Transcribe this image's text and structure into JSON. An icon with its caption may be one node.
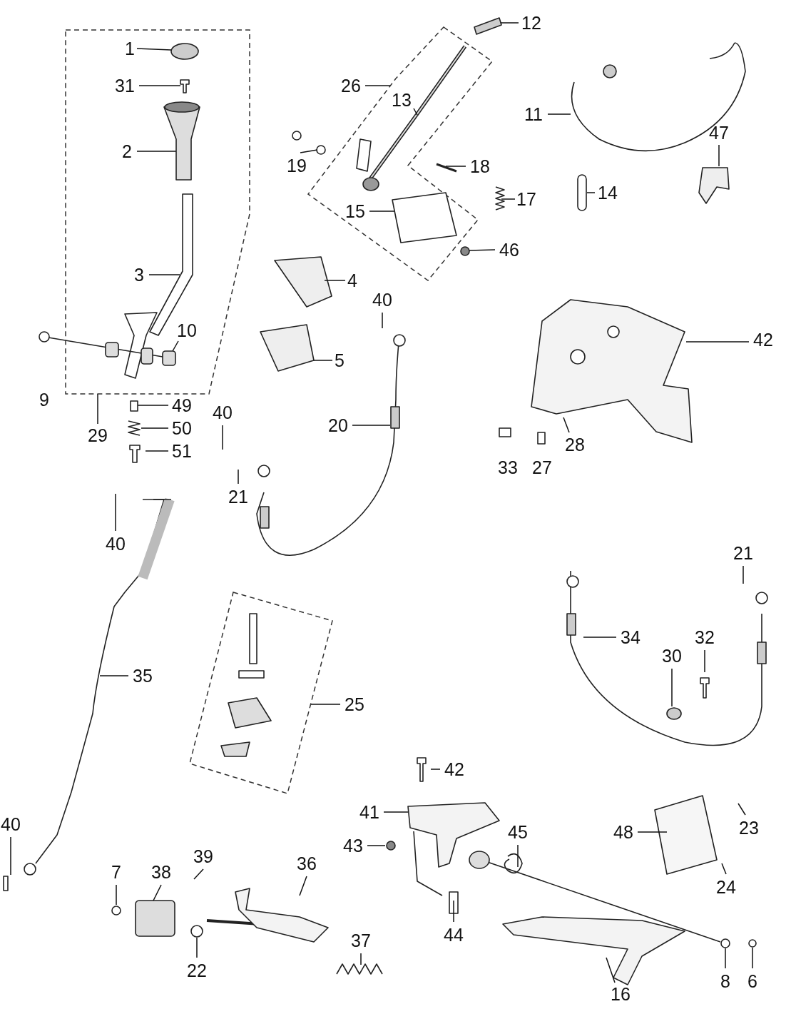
{
  "diagram": {
    "nodes": [
      {
        "text": [],
        "shape": "box"
      },
      {
        "text": [
          "1"
        ],
        "in": 0
      },
      {
        "text": [
          "31"
        ],
        "in": 0
      },
      {
        "text": [
          "2"
        ],
        "in": 0
      },
      {
        "text": [
          "3"
        ],
        "in": 0
      },
      {
        "text": [
          "10"
        ],
        "in": 0
      },
      {
        "text": [],
        "shape": "circle",
        "in": 0
      },
      {
        "text": [],
        "shape": "picture",
        "in": 0
      },
      {
        "text": [],
        "shape": "picture",
        "in": 0
      },
      {
        "text": [],
        "shape": "picture",
        "in": 0
      },
      {
        "text": [],
        "shape": "box",
        "in": 0
      },
      {
        "text": [
          "29"
        ]
      },
      {
        "text": [
          "49"
        ]
      },
      {
        "text": [
          "50"
        ]
      },
      {
        "text": [
          "51"
        ]
      },
      {
        "text": [],
        "shape": "picture"
      },
      {
        "text": [],
        "shape": "box"
      },
      {
        "text": [
          "12"
        ]
      },
      {
        "text": [
          "26"
        ]
      },
      {
        "text": [
          "13"
        ],
        "in": 16
      },
      {
        "text": [
          "19"
        ]
      },
      {
        "text": [
          "18"
        ]
      },
      {
        "text": [
          "15"
        ],
        "in": 16
      },
      {
        "text": [
          "17"
        ]
      },
      {
        "text": [
          "46"
        ]
      },
      {
        "text": [],
        "shape": "picture",
        "in": 16
      },
      {
        "text": [],
        "shape": "picture",
        "in": 16
      },
      {
        "text": [],
        "shape": "circle"
      },
      {
        "text": [
          "11"
        ]
      },
      {
        "text": [
          "14"
        ]
      },
      {
        "text": [
          "47"
        ]
      },
      {
        "text": [
          "4"
        ]
      },
      {
        "text": [
          "5"
        ]
      },
      {
        "text": [
          "40"
        ]
      },
      {
        "text": [
          "42"
        ]
      },
      {
        "text": [
          "20"
        ]
      },
      {
        "text": [
          "40"
        ]
      },
      {
        "text": [
          "21"
        ]
      },
      {
        "text": [
          "28"
        ]
      },
      {
        "text": [
          "40"
        ]
      },
      {
        "text": [
          "35"
        ]
      },
      {
        "text": [
          "34"
        ]
      },
      {
        "text": [
          "21"
        ]
      },
      {
        "text": [
          "32"
        ]
      },
      {
        "text": [
          "30"
        ]
      },
      {
        "text": [],
        "shape": "box"
      },
      {
        "text": [
          "25"
        ]
      },
      {
        "text": [
          "42"
        ]
      },
      {
        "text": [
          "41"
        ]
      },
      {
        "text": [
          "45"
        ]
      },
      {
        "text": [
          "48"
        ]
      },
      {
        "text": [
          "23"
        ]
      },
      {
        "text": [
          "43"
        ]
      },
      {
        "text": [
          "24"
        ]
      },
      {
        "text": [
          "40"
        ]
      },
      {
        "text": [
          "7"
        ]
      },
      {
        "text": [
          "38"
        ]
      },
      {
        "text": [
          "39"
        ]
      },
      {
        "text": [
          "36"
        ]
      },
      {
        "text": [
          "44"
        ]
      },
      {
        "text": [
          "37"
        ]
      },
      {
        "text": [
          "22"
        ]
      },
      {
        "text": [
          "16"
        ]
      },
      {
        "text": [
          "8"
        ]
      },
      {
        "text": [
          "6"
        ]
      }
    ],
    "edges": [
      {
        "from": 1,
        "to": 6,
        "arrow": "none"
      },
      {
        "from": 2,
        "to": 7,
        "arrow": "none"
      },
      {
        "from": 3,
        "to": 8,
        "arrow": "none"
      },
      {
        "from": 4,
        "to": 9,
        "arrow": "none"
      },
      {
        "from": 5,
        "to": 10,
        "arrow": "none"
      },
      {
        "from": 11,
        "to": 0,
        "arrow": "none"
      },
      {
        "from": 12,
        "to": 15,
        "arrow": "none"
      },
      {
        "from": 13,
        "to": null,
        "arrow": "none"
      },
      {
        "from": 14,
        "to": null,
        "arrow": "none"
      },
      {
        "from": 17,
        "to": null,
        "arrow": "none"
      },
      {
        "from": 18,
        "to": 16,
        "arrow": "none"
      },
      {
        "from": 19,
        "to": 25,
        "arrow": "none"
      },
      {
        "from": 20,
        "to": null,
        "arrow": "none"
      },
      {
        "from": 21,
        "to": null,
        "arrow": "none"
      },
      {
        "from": 22,
        "to": 26,
        "arrow": "none"
      },
      {
        "from": 23,
        "to": null,
        "arrow": "none"
      },
      {
        "from": 24,
        "to": 27,
        "arrow": "none"
      },
      {
        "from": 28,
        "to": null,
        "arrow": "none"
      },
      {
        "from": 29,
        "to": null,
        "arrow": "none"
      },
      {
        "from": 30,
        "to": null,
        "arrow": "none"
      },
      {
        "from": 31,
        "to": null,
        "arrow": "none"
      },
      {
        "from": 32,
        "to": null,
        "arrow": "none"
      },
      {
        "from": 33,
        "to": null,
        "arrow": "none"
      },
      {
        "from": 34,
        "to": null,
        "arrow": "none"
      },
      {
        "from": 35,
        "to": null,
        "arrow": "none"
      },
      {
        "from": 36,
        "to": null,
        "arrow": "none"
      },
      {
        "from": 37,
        "to": null,
        "arrow": "none"
      },
      {
        "from": 38,
        "to": null,
        "arrow": "none"
      },
      {
        "from": 39,
        "to": null,
        "arrow": "none"
      },
      {
        "from": 40,
        "to": null,
        "arrow": "none"
      },
      {
        "from": 41,
        "to": null,
        "arrow": "none"
      },
      {
        "from": 42,
        "to": null,
        "arrow": "none"
      },
      {
        "from": 43,
        "to": null,
        "arrow": "none"
      },
      {
        "from": 44,
        "to": null,
        "arrow": "none"
      },
      {
        "from": 46,
        "to": 45,
        "arrow": "none"
      },
      {
        "from": 47,
        "to": null,
        "arrow": "none"
      },
      {
        "from": 48,
        "to": null,
        "arrow": "none"
      },
      {
        "from": 49,
        "to": null,
        "arrow": "none"
      },
      {
        "from": 50,
        "to": null,
        "arrow": "none"
      },
      {
        "from": 51,
        "to": null,
        "arrow": "none"
      },
      {
        "from": 52,
        "to": null,
        "arrow": "none"
      },
      {
        "from": 53,
        "to": null,
        "arrow": "none"
      },
      {
        "from": 54,
        "to": null,
        "arrow": "none"
      },
      {
        "from": 55,
        "to": null,
        "arrow": "none"
      },
      {
        "from": 56,
        "to": null,
        "arrow": "none"
      },
      {
        "from": 57,
        "to": null,
        "arrow": "none"
      },
      {
        "from": 58,
        "to": null,
        "arrow": "none"
      },
      {
        "from": 59,
        "to": null,
        "arrow": "none"
      },
      {
        "from": 60,
        "to": null,
        "arrow": "none"
      },
      {
        "from": 61,
        "to": null,
        "arrow": "none"
      },
      {
        "from": 62,
        "to": null,
        "arrow": "none"
      },
      {
        "from": 63,
        "to": null,
        "arrow": "none"
      },
      {
        "from": 64,
        "to": null,
        "arrow": "none"
      }
    ],
    "labels": [
      "9",
      "33",
      "27"
    ]
  }
}
